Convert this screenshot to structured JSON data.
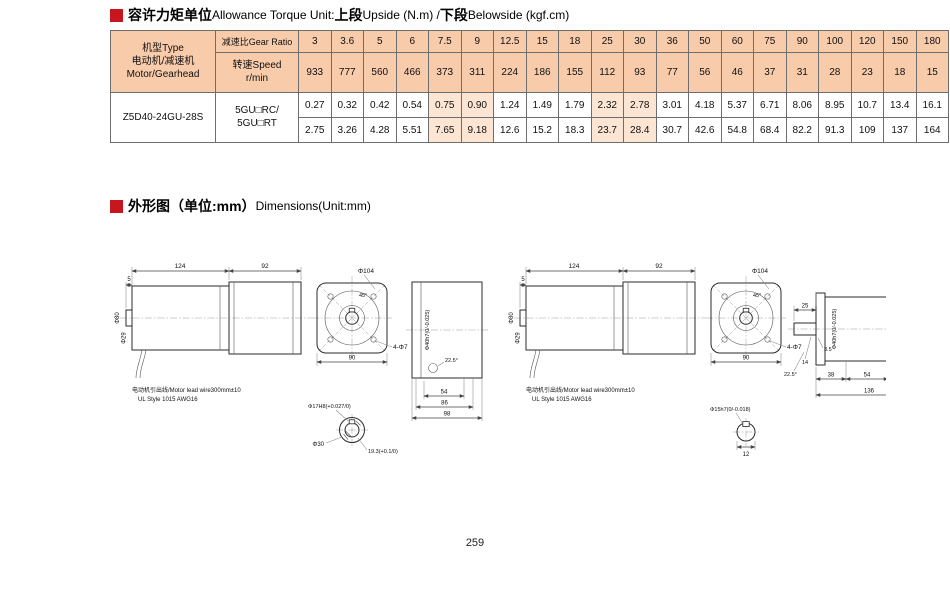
{
  "header": {
    "title_cn": "容许力矩单位",
    "title_en": " Allowance Torque Unit: ",
    "upside_cn": "上段",
    "upside_en": " Upside (N.m) / ",
    "below_cn": "下段",
    "below_en": " Belowside (kgf.cm)"
  },
  "table": {
    "model_header_line1": "机型Type",
    "model_header_line2": "电动机/减速机",
    "model_header_line3": "Motor/Gearhead",
    "ratio_label": "减速比Gear Ratio",
    "speed_label_cn": "转速Speed",
    "speed_label_unit": "r/min",
    "gear_ratios": [
      "3",
      "3.6",
      "5",
      "6",
      "7.5",
      "9",
      "12.5",
      "15",
      "18",
      "25",
      "30",
      "36",
      "50",
      "60",
      "75",
      "90",
      "100",
      "120",
      "150",
      "180"
    ],
    "speeds": [
      "933",
      "777",
      "560",
      "466",
      "373",
      "311",
      "224",
      "186",
      "155",
      "112",
      "93",
      "77",
      "56",
      "46",
      "37",
      "31",
      "28",
      "23",
      "18",
      "15"
    ],
    "model": "Z5D40-24GU-28S",
    "gearhead_line1": "5GU□RC/",
    "gearhead_line2": "5GU□RT",
    "torque_nm": [
      "0.27",
      "0.32",
      "0.42",
      "0.54",
      "0.75",
      "0.90",
      "1.24",
      "1.49",
      "1.79",
      "2.32",
      "2.78",
      "3.01",
      "4.18",
      "5.37",
      "6.71",
      "8.06",
      "8.95",
      "10.7",
      "13.4",
      "16.1"
    ],
    "torque_kgfcm": [
      "2.75",
      "3.26",
      "4.28",
      "5.51",
      "7.65",
      "9.18",
      "12.6",
      "15.2",
      "18.3",
      "23.7",
      "28.4",
      "30.7",
      "42.6",
      "54.8",
      "68.4",
      "82.2",
      "91.3",
      "109",
      "137",
      "164"
    ],
    "shaded_columns": [
      4,
      5,
      9,
      10
    ]
  },
  "dim_section": {
    "title_cn": "外形图（单位:mm）",
    "title_en": "Dimensions(Unit:mm)"
  },
  "drawing1": {
    "labels": {
      "dim_124": "124",
      "dim_92": "92",
      "dim_5": "5",
      "dia_80": "Φ80",
      "dia_29": "Φ29",
      "dia_104": "Φ104",
      "angle_45": "45°",
      "dim_90": "90",
      "holes": "4-Φ7",
      "dia_40h7": "Φ40h7(0/-0.025)",
      "angle_225": "22.5°",
      "dim_54": "54",
      "dim_86": "86",
      "dim_98": "98",
      "lead_wire": "电动机引出线/Motor lead wire300mm±10",
      "ul_style": "UL Style 1015 AWG16",
      "detail_bore": "Φ17H8(+0.027/0)",
      "detail_outer": "Φ30",
      "detail_keyway": "19.3(+0.1/0)"
    }
  },
  "drawing2": {
    "labels": {
      "dim_124": "124",
      "dim_92": "92",
      "dim_5": "5",
      "dia_80": "Φ80",
      "dia_29": "Φ29",
      "dia_104": "Φ104",
      "angle_45": "45°",
      "dim_90": "90",
      "holes": "4-Φ7",
      "dim_25": "25",
      "dim_3_5": "3.5",
      "dim_14": "14",
      "dia_40h7": "Φ40h7(0/-0.025)",
      "angle_225": "22.5°",
      "dim_38": "38",
      "dim_54": "54",
      "dim_136": "136",
      "lead_wire": "电动机引出线/Motor lead wire300mm±10",
      "ul_style": "UL Style 1015 AWG16",
      "detail_shaft": "Φ15h7(0/-0.018)",
      "detail_12": "12"
    }
  },
  "page": {
    "number": "259"
  }
}
